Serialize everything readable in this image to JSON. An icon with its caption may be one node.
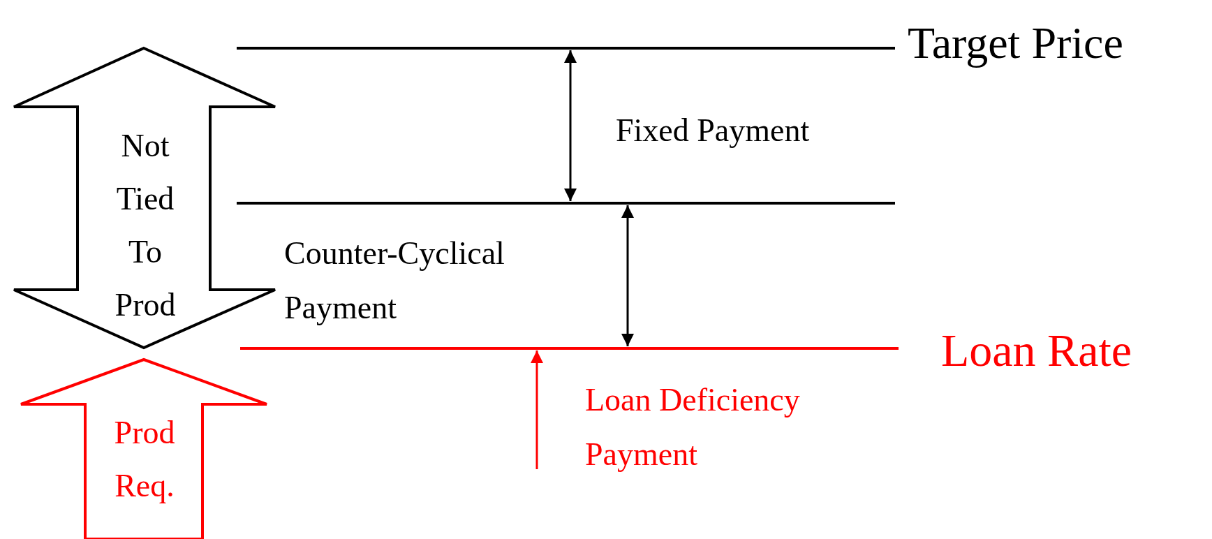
{
  "diagram": {
    "nodes": [
      {
        "text": [
          "Not Tied To Prod"
        ]
      },
      {
        "text": [
          "Prod Req."
        ]
      }
    ],
    "edges": [],
    "labels": [
      "Target Price",
      "Fixed Payment",
      "Counter-Cyclical Payment",
      "Loan Rate",
      "Loan Deficiency Payment"
    ]
  }
}
